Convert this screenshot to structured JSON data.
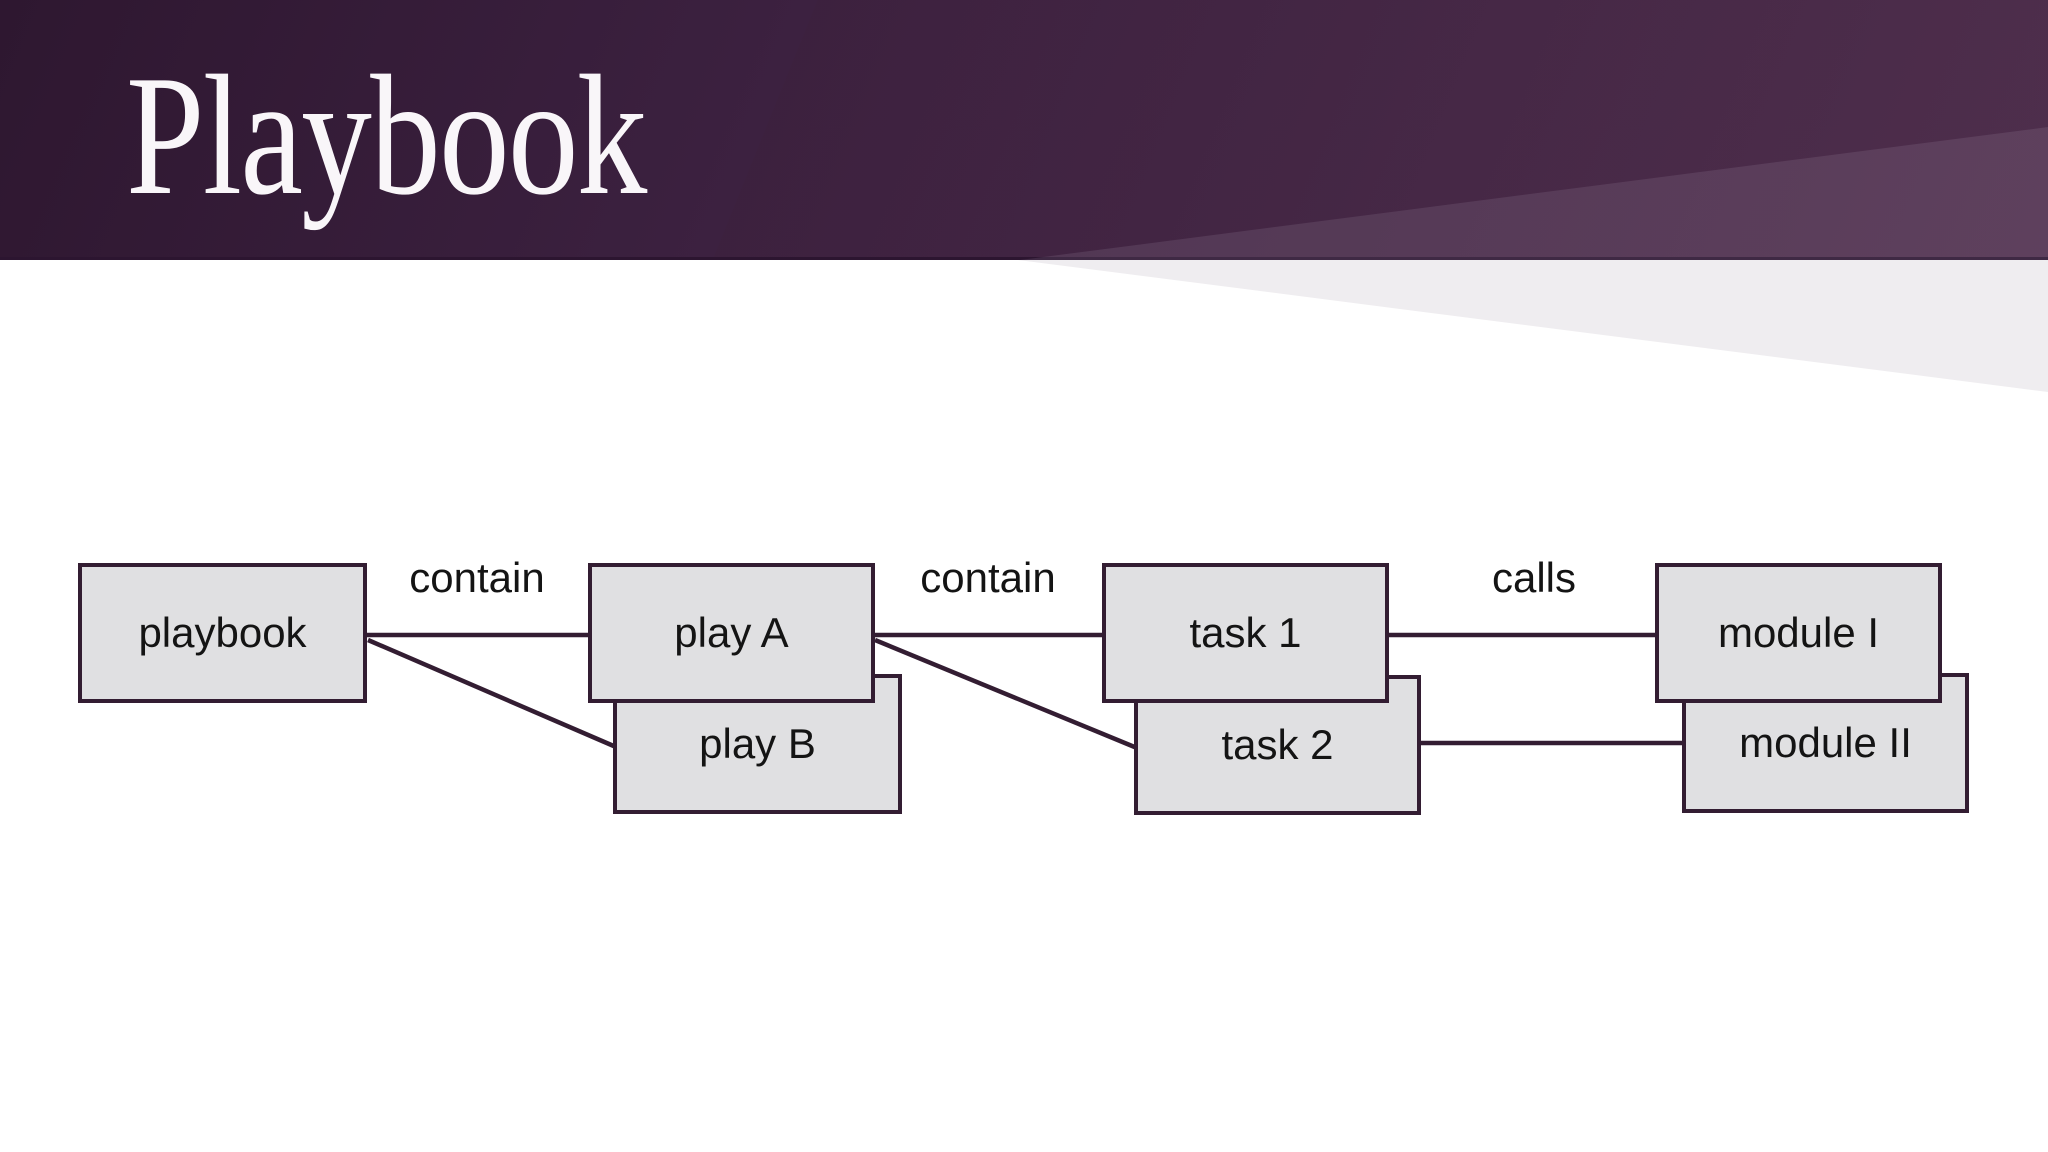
{
  "slide": {
    "title": "Playbook"
  },
  "diagram": {
    "nodes": [
      {
        "id": "playbook",
        "label": "playbook"
      },
      {
        "id": "play-a",
        "label": "play A"
      },
      {
        "id": "play-b",
        "label": "play B"
      },
      {
        "id": "task-1",
        "label": "task 1"
      },
      {
        "id": "task-2",
        "label": "task 2"
      },
      {
        "id": "module-i",
        "label": "module I"
      },
      {
        "id": "module-ii",
        "label": "module II"
      }
    ],
    "edges": [
      {
        "from": "playbook",
        "to": "play A",
        "label": "contain"
      },
      {
        "from": "playbook",
        "to": "play B",
        "label": "contain"
      },
      {
        "from": "play A",
        "to": "task 1",
        "label": "contain"
      },
      {
        "from": "play A",
        "to": "task 2",
        "label": "contain"
      },
      {
        "from": "task 1",
        "to": "module I",
        "label": "calls"
      },
      {
        "from": "task 2",
        "to": "module II",
        "label": "calls"
      }
    ],
    "edge_labels": [
      {
        "text": "contain"
      },
      {
        "text": "contain"
      },
      {
        "text": "calls"
      }
    ]
  },
  "colors": {
    "header_dark": "#2e1730",
    "header_mid": "#3e2240",
    "header_light": "#4f2f4d",
    "header_bottom_line": "#2c1530",
    "gray_wedge": "#efedf0",
    "background": "#ffffff",
    "box_fill": "#e0e0e2",
    "box_border": "#331d32",
    "edge_line": "#331d32",
    "title_color": "#f9f6f9",
    "text_color": "#141414"
  }
}
